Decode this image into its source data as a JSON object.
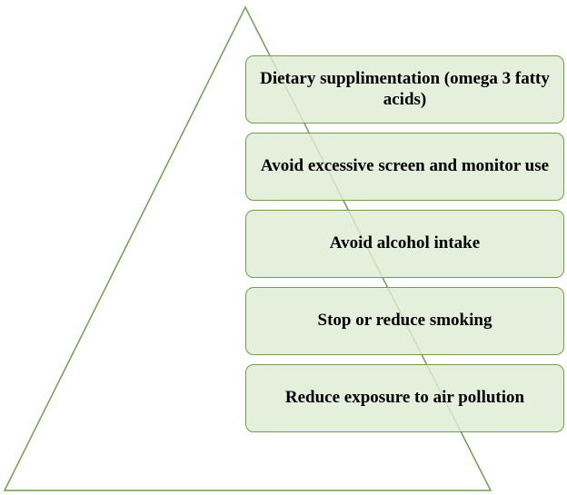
{
  "diagram": {
    "levels": [
      {
        "label": "Dietary supplimentation (omega 3 fatty acids)"
      },
      {
        "label": "Avoid excessive screen and monitor use"
      },
      {
        "label": "Avoid alcohol intake"
      },
      {
        "label": "Stop or reduce smoking"
      },
      {
        "label": "Reduce exposure to air pollution"
      }
    ],
    "colors": {
      "box_fill": "#deebd4",
      "box_border": "#6f9f4f",
      "pyramid_stroke": "#6f9f4f",
      "text": "#000000"
    }
  }
}
